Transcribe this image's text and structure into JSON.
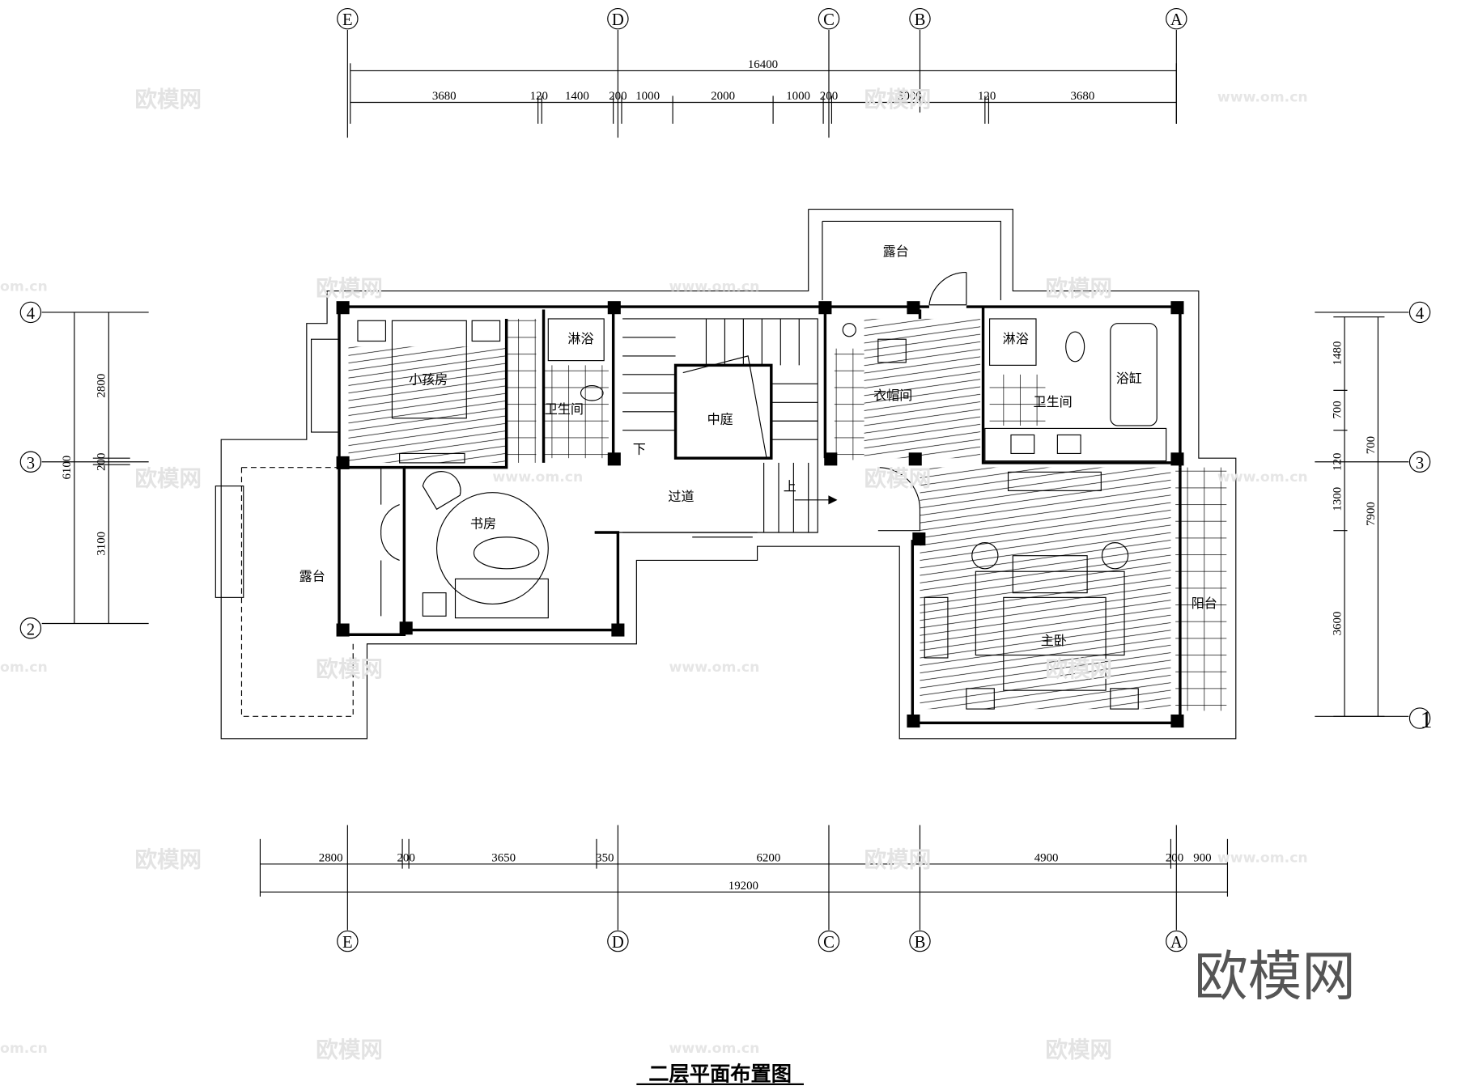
{
  "title": "二层平面布置图",
  "watermark": {
    "brand": "欧模网",
    "url": "www.om.cn",
    "url_short": "om.cn"
  },
  "axes": {
    "columns": [
      "E",
      "D",
      "C",
      "B",
      "A"
    ],
    "rows_left": [
      "4",
      "3",
      "2"
    ],
    "rows_right": [
      "4",
      "3",
      "1"
    ]
  },
  "dimensions": {
    "top_total": "16400",
    "top_segments": [
      "3680",
      "120",
      "1400",
      "200",
      "1000",
      "2000",
      "1000",
      "200",
      "3000",
      "120",
      "3680"
    ],
    "bottom_segments": [
      "2800",
      "200",
      "3650",
      "350",
      "6200",
      "4900",
      "200",
      "900"
    ],
    "bottom_total": "19200",
    "left_total": "6100",
    "left_segments": [
      "2800",
      "200",
      "3100"
    ],
    "right_segments": [
      "1480",
      "700",
      "120",
      "1300",
      "3600"
    ],
    "right_outer": [
      "700",
      "7900"
    ]
  },
  "rooms": {
    "terrace_top": "露台",
    "kids_room": "小孩房",
    "shower_left": "淋浴",
    "bathroom_left": "卫生间",
    "atrium": "中庭",
    "cloakroom": "衣帽间",
    "shower_right": "淋浴",
    "bathroom_right": "卫生间",
    "bathtub": "浴缸",
    "corridor": "过道",
    "study": "书房",
    "terrace_left": "露台",
    "master_bedroom": "主卧",
    "balcony": "阳台",
    "stair_down": "下",
    "stair_up": "上"
  }
}
